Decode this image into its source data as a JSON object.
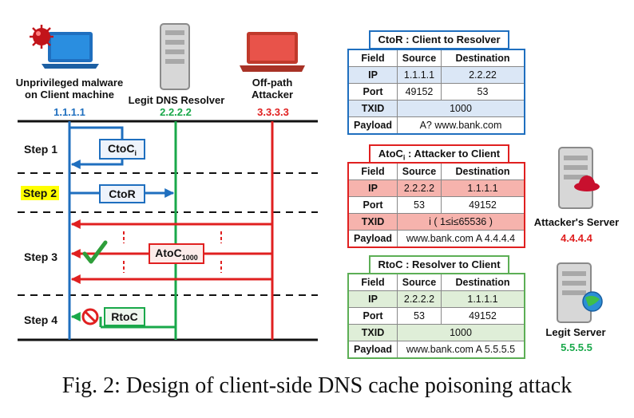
{
  "actors": {
    "client": {
      "label_line1": "Unprivileged malware",
      "label_line2": "on Client machine",
      "ip": "1.1.1.1"
    },
    "resolver": {
      "label": "Legit DNS Resolver",
      "ip": "2.2.2.2"
    },
    "attacker": {
      "label_line1": "Off-path",
      "label_line2": "Attacker",
      "ip": "3.3.3.3"
    }
  },
  "steps": {
    "s1": "Step 1",
    "s2": "Step 2",
    "s3": "Step 3",
    "s4": "Step 4",
    "ctoc_main": "CtoC",
    "ctoc_sub": "i",
    "ctor": "CtoR",
    "atoc_main": "AtoC",
    "atoc_sub": "1000",
    "rtoc": "RtoC"
  },
  "tables": {
    "ctor": {
      "title": "CtoR : Client to Resolver",
      "h_field": "Field",
      "h_source": "Source",
      "h_dest": "Destination",
      "ip_k": "IP",
      "ip_s": "1.1.1.1",
      "ip_d": "2.2.22",
      "port_k": "Port",
      "port_s": "49152",
      "port_d": "53",
      "txid_k": "TXID",
      "txid_v": "1000",
      "payload_k": "Payload",
      "payload_v": "A? www.bank.com"
    },
    "atoc": {
      "title_main": "AtoC",
      "title_sub": "i",
      "title_rest": " : Attacker to Client",
      "h_field": "Field",
      "h_source": "Source",
      "h_dest": "Destination",
      "ip_k": "IP",
      "ip_s": "2.2.2.2",
      "ip_d": "1.1.1.1",
      "port_k": "Port",
      "port_s": "53",
      "port_d": "49152",
      "txid_k": "TXID",
      "txid_v": "i ( 1≤i≤65536 )",
      "payload_k": "Payload",
      "payload_v": "www.bank.com A 4.4.4.4"
    },
    "rtoc": {
      "title": "RtoC : Resolver to Client",
      "h_field": "Field",
      "h_source": "Source",
      "h_dest": "Destination",
      "ip_k": "IP",
      "ip_s": "2.2.2.2",
      "ip_d": "1.1.1.1",
      "port_k": "Port",
      "port_s": "53",
      "port_d": "49152",
      "txid_k": "TXID",
      "txid_v": "1000",
      "payload_k": "Payload",
      "payload_v": "www.bank.com A 5.5.5.5"
    }
  },
  "servers": {
    "attacker": {
      "label": "Attacker's Server",
      "ip": "4.4.4.4"
    },
    "legit": {
      "label": "Legit Server",
      "ip": "5.5.5.5"
    }
  },
  "caption": "Fig. 2: Design of client-side DNS cache poisoning attack",
  "colors": {
    "blue": "#1f6fbf",
    "green": "#19a84a",
    "red": "#e02020",
    "highlight": "#ffff00"
  }
}
